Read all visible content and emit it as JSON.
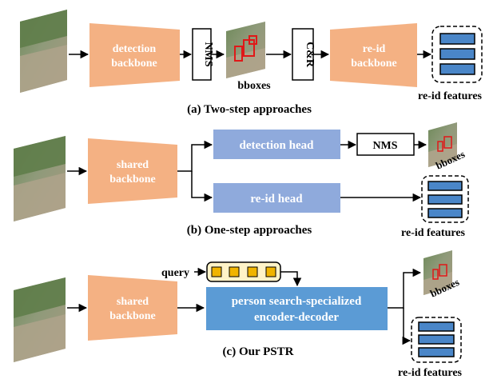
{
  "colors": {
    "backbone": "#F4B183",
    "head": "#8FAADC",
    "encoder": "#5B9BD5",
    "feature": "#4A86C8",
    "query_token": "#F0B400",
    "query_bg": "#FFF3C8",
    "bbox": "#E01818",
    "arrow": "#000000"
  },
  "two_step": {
    "caption": "(a) Two-step approaches",
    "detection_backbone": [
      "detection",
      "backbone"
    ],
    "nms": "NMS",
    "cr": "C&R",
    "bboxes": "bboxes",
    "reid_backbone": [
      "re-id",
      "backbone"
    ],
    "reid_features": "re-id features"
  },
  "one_step": {
    "caption": "(b) One-step approaches",
    "shared_backbone": [
      "shared",
      "backbone"
    ],
    "detection_head": "detection head",
    "nms": "NMS",
    "bboxes": "bboxes",
    "reid_head": "re-id head",
    "reid_features": "re-id features"
  },
  "pstr": {
    "caption": "(c) Our PSTR",
    "query": "query",
    "shared_backbone": [
      "shared",
      "backbone"
    ],
    "encoder_decoder": [
      "person search-specialized",
      "encoder-decoder"
    ],
    "bboxes": "bboxes",
    "reid_features": "re-id features"
  }
}
